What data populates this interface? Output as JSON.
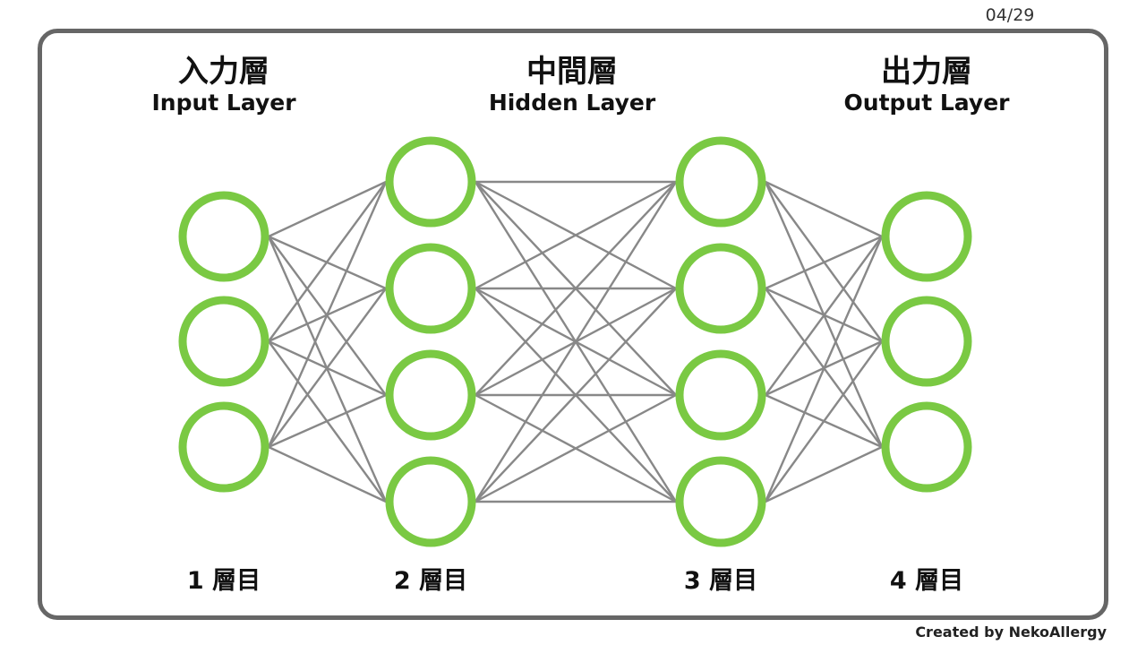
{
  "page_number": "04/29",
  "credit": "Created by NekoAllergy",
  "layers": [
    {
      "title_jp": "入力層",
      "title_en": "Input Layer",
      "count_label": "1 層目",
      "nodes": 3
    },
    {
      "title_jp": "",
      "title_en": "",
      "count_label": "2 層目",
      "nodes": 4
    },
    {
      "title_jp": "中間層",
      "title_en": "Hidden Layer",
      "count_label": "3 層目",
      "nodes": 4
    },
    {
      "title_jp": "出力層",
      "title_en": "Output Layer",
      "count_label": "4 層目",
      "nodes": 3
    }
  ],
  "colors": {
    "node_stroke": "#7ac943",
    "edge": "#888888",
    "frame": "#666666"
  }
}
